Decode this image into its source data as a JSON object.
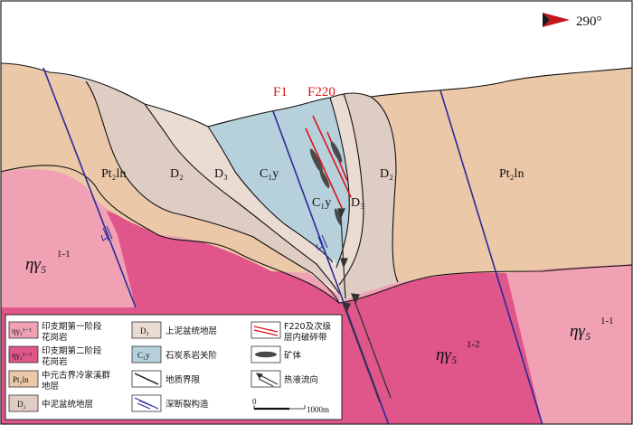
{
  "orientation": {
    "azimuth": "290°",
    "arrow_icon": "north-arrow-icon"
  },
  "faults": {
    "f1": "F1",
    "f220": "F220"
  },
  "units": {
    "pt2ln_left": "Pt₂ln",
    "pt2ln_right": "Pt₂ln",
    "d2_left": "D₂",
    "d3_left": "D₃",
    "c1y_main": "C₁y",
    "c1y_right": "C₁y",
    "d3_right": "D₃",
    "d2_right": "D₂",
    "granite1_left": "ηγ₅",
    "granite1_left_sup": "1-1",
    "granite1_right": "ηγ₅",
    "granite1_right_sup": "1-1",
    "granite2": "ηγ₅",
    "granite2_sup": "1-2"
  },
  "colors": {
    "granite1": "#f0a2b4",
    "granite2": "#e0558a",
    "pt2ln": "#ebc8a8",
    "d2": "#dfcdc4",
    "d3": "#eadcd3",
    "c1y": "#b7d1dc",
    "fault_red": "#d8141b",
    "deep_fault": "#2a2a9a",
    "orebody": "#4a4a4a"
  },
  "legend": {
    "items": [
      {
        "code": "ηγ₅¹⁻¹",
        "text1": "印支期第一阶段",
        "text2": "花岗岩"
      },
      {
        "code": "ηγ₅¹⁻²",
        "text1": "印支期第二阶段",
        "text2": "花岗岩"
      },
      {
        "code": "Pt₂ln",
        "text1": "中元古界冷家溪群",
        "text2": "地层"
      },
      {
        "code": "D₂",
        "text1": "中泥盆统地层",
        "text2": ""
      },
      {
        "code": "D₃",
        "text1": "上泥盆统地层",
        "text2": ""
      },
      {
        "code": "C₁y",
        "text1": "石炭系岩关阶",
        "text2": ""
      },
      {
        "code": "",
        "text1": "地质界限",
        "text2": ""
      },
      {
        "code": "",
        "text1": "深断裂构造",
        "text2": ""
      },
      {
        "code": "",
        "text1": "F220及次级",
        "text2": "层内破碎带"
      },
      {
        "code": "",
        "text1": "矿体",
        "text2": ""
      },
      {
        "code": "",
        "text1": "热液流向",
        "text2": ""
      }
    ],
    "scale_start": "0",
    "scale_end": "1000m"
  }
}
